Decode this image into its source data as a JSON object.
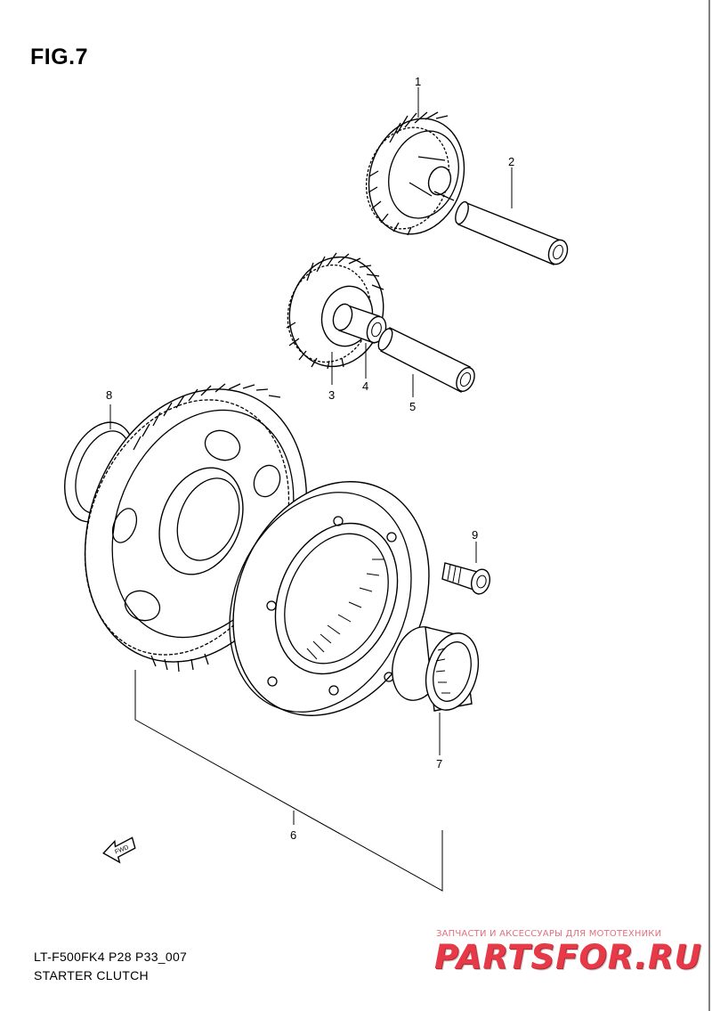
{
  "figure": {
    "title": "FIG.7",
    "drawing_code": "LT-F500FK4 P28 P33_007",
    "drawing_name": "STARTER CLUTCH"
  },
  "callouts": [
    "1",
    "2",
    "3",
    "4",
    "5",
    "6",
    "7",
    "8",
    "9"
  ],
  "direction_marker": "FWD",
  "watermark": {
    "caption": "ЗАПЧАСТИ И АКСЕССУАРЫ ДЛЯ МОТОТЕХНИКИ",
    "logo": "PARTSFOR.RU"
  }
}
